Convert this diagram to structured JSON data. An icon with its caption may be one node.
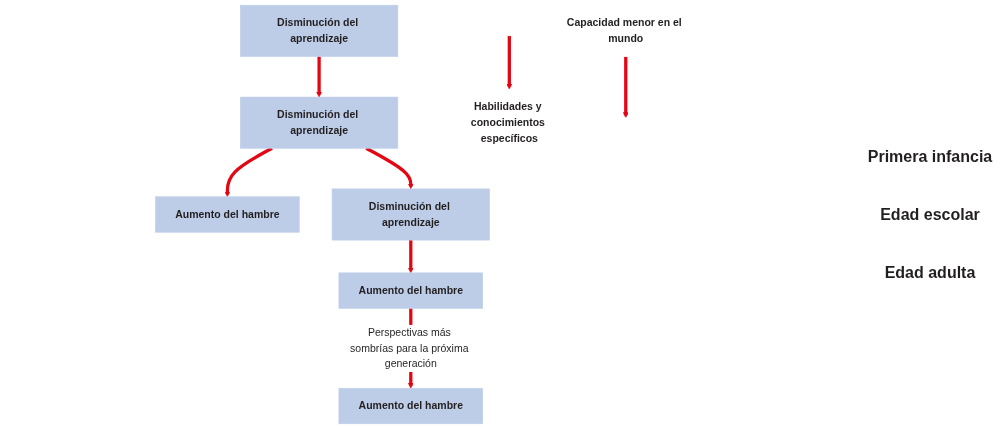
{
  "diagram": {
    "nodes": [
      {
        "text": [
          "Aumento del hambre"
        ]
      },
      {
        "text": [
          "Disminución del aprendizaje"
        ]
      },
      {
        "text": [
          "Aumento del hambre"
        ]
      },
      {
        "text": [
          "Disminución del aprendizaje"
        ]
      },
      {
        "text": [
          "Aumento del hambre"
        ]
      },
      {
        "text": [
          "Disminución del aprendizaje"
        ]
      },
      {
        "text": [
          "Capacidad menor en el mundo"
        ]
      },
      {
        "text": [
          "Habilidades y conocimientos específicos"
        ]
      }
    ],
    "edges": [
      {
        "from": 1,
        "to": 3,
        "arrow": "to"
      },
      {
        "from": 3,
        "to": 5,
        "arrow": "to"
      },
      {
        "from": 3,
        "to": 2,
        "arrow": "to"
      },
      {
        "from": 5,
        "to": 4,
        "arrow": "to"
      },
      {
        "from": 4,
        "to": 0,
        "arrow": "to",
        "label": "Perspectivas más sombrías para la próxima generación"
      },
      {
        "from": 6,
        "to": null,
        "arrow": "to"
      },
      {
        "from": null,
        "to": 7,
        "arrow": "to"
      }
    ],
    "labels": [
      "Primera infancia",
      "Edad escolar",
      "Edad adulta"
    ]
  }
}
